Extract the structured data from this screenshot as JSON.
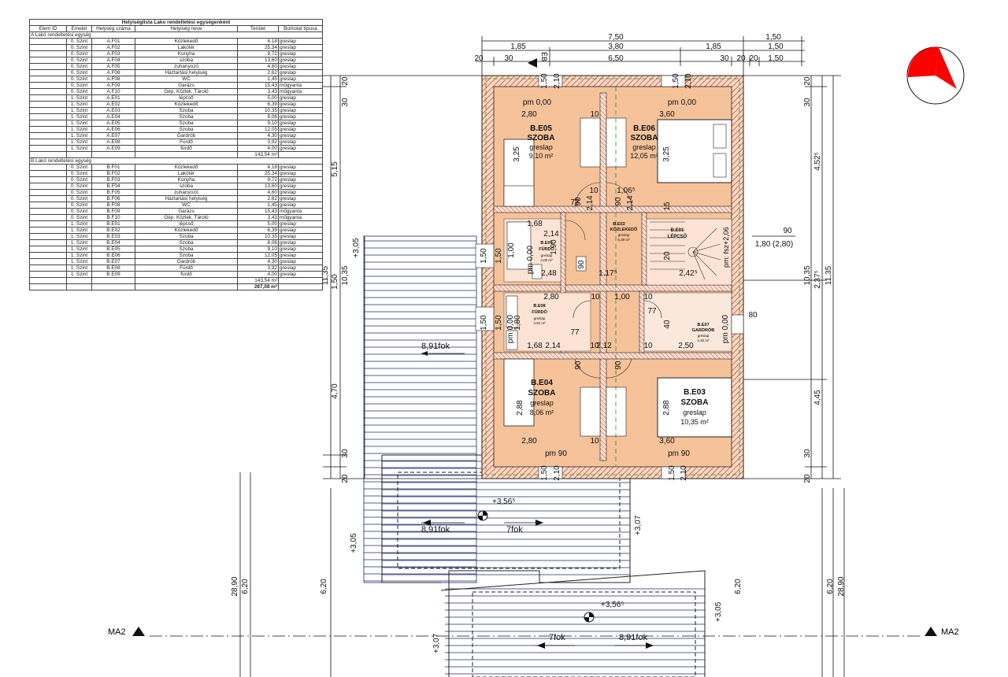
{
  "table": {
    "title": "Helyiséglista Lako rendeltetési egységenként",
    "headers": [
      "Elem ID",
      "Emelet",
      "Helység száma",
      "Helyiség neve",
      "Terület",
      "Burkolat típusa"
    ],
    "sections": [
      {
        "title": "A Lakó rendeltetési egység",
        "rows": [
          [
            "0. Szint",
            "A.F01",
            "Közlekedő",
            "4,18",
            "greslap"
          ],
          [
            "0. Szint",
            "A.F02",
            "Lakótér",
            "25,34",
            "greslap"
          ],
          [
            "0. Szint",
            "A.F03",
            "Konyha",
            "9,72",
            "greslap"
          ],
          [
            "0. Szint",
            "A.F04",
            "szoba",
            "13,60",
            "greslap"
          ],
          [
            "0. Szint",
            "A.F05",
            "zuhanyozó",
            "4,60",
            "greslap"
          ],
          [
            "0. Szint",
            "A.F06",
            "Háztartási helyiség",
            "2,62",
            "greslap"
          ],
          [
            "0. Szint",
            "A.F08",
            "WC",
            "1,45",
            "greslap"
          ],
          [
            "0. Szint",
            "A.F09",
            "Garázs",
            "15,43",
            "műgyanta"
          ],
          [
            "0. Szint",
            "A.F10",
            "Gép. Közlek. Tároló",
            "3,43",
            "műgyanta"
          ],
          [
            "1. Szint",
            "A.E01",
            "lépcső",
            "5,00",
            "greslap"
          ],
          [
            "1. Szint",
            "A.E02",
            "Közlekedő",
            "6,39",
            "greslap"
          ],
          [
            "1. Szint",
            "A.E03",
            "Szoba",
            "10,35",
            "greslap"
          ],
          [
            "1. Szint",
            "A.E04",
            "Szoba",
            "8,06",
            "greslap"
          ],
          [
            "1. Szint",
            "A.E05",
            "Szoba",
            "9,10",
            "greslap"
          ],
          [
            "1. Szint",
            "A.E06",
            "Szoba",
            "12,05",
            "greslap"
          ],
          [
            "1. Szint",
            "A.E07",
            "Gardrób",
            "4,30",
            "greslap"
          ],
          [
            "1. Szint",
            "A.E08",
            "Fürdő",
            "3,92",
            "greslap"
          ],
          [
            "1. Szint",
            "A.E09",
            "fürdő",
            "4,00",
            "greslap"
          ]
        ],
        "total": "143,54 m²"
      },
      {
        "title": "B Lakó rendeltetési egység",
        "rows": [
          [
            "0. Szint",
            "B.F01",
            "Közlekedő",
            "4,18",
            "greslap"
          ],
          [
            "0. Szint",
            "B.F02",
            "Lakótér",
            "25,34",
            "greslap"
          ],
          [
            "0. Szint",
            "B.F03",
            "Konyha",
            "9,72",
            "greslap"
          ],
          [
            "0. Szint",
            "B.F04",
            "szoba",
            "13,60",
            "greslap"
          ],
          [
            "0. Szint",
            "B.F05",
            "zuhanyozó",
            "4,60",
            "greslap"
          ],
          [
            "0. Szint",
            "B.F06",
            "Háztartási helyiség",
            "2,62",
            "greslap"
          ],
          [
            "0. Szint",
            "B.F08",
            "WC",
            "1,45",
            "greslap"
          ],
          [
            "0. Szint",
            "B.F09",
            "Garázs",
            "15,43",
            "műgyanta"
          ],
          [
            "0. Szint",
            "B.F10",
            "Gép. Közlek. Tároló",
            "3,43",
            "műgyanta"
          ],
          [
            "1. Szint",
            "B.E01",
            "lépcső",
            "5,00",
            "greslap"
          ],
          [
            "1. Szint",
            "B.E02",
            "Közlekedő",
            "6,39",
            "greslap"
          ],
          [
            "1. Szint",
            "B.E03",
            "Szoba",
            "10,35",
            "greslap"
          ],
          [
            "1. Szint",
            "B.E04",
            "Szoba",
            "8,06",
            "greslap"
          ],
          [
            "1. Szint",
            "B.E05",
            "Szoba",
            "9,10",
            "greslap"
          ],
          [
            "1. Szint",
            "B.E06",
            "Szoba",
            "12,05",
            "greslap"
          ],
          [
            "1. Szint",
            "B.E07",
            "Gardrób",
            "4,30",
            "greslap"
          ],
          [
            "1. Szint",
            "B.E08",
            "Fürdő",
            "3,92",
            "greslap"
          ],
          [
            "1. Szint",
            "B.E09",
            "fürdő",
            "4,00",
            "greslap"
          ]
        ],
        "total": "143,54 m²"
      }
    ],
    "grand_total": "287,08 m²"
  },
  "rooms": {
    "e05": {
      "id": "B.E05",
      "name": "SZOBA",
      "floor": "greslap",
      "area": "9,10 m²",
      "level": "pm 0,00"
    },
    "e06": {
      "id": "B.E06",
      "name": "SZOBA",
      "floor": "greslap",
      "area": "12,05 m²",
      "level": "pm 0,00"
    },
    "e04": {
      "id": "B.E04",
      "name": "SZOBA",
      "floor": "greslap",
      "area": "8,06 m²",
      "level": "pm 90"
    },
    "e03": {
      "id": "B.E03",
      "name": "SZOBA",
      "floor": "greslap",
      "area": "10,35 m²",
      "level": "pm 90"
    },
    "e02": {
      "id": "B.E02",
      "name": "KÖZLEKEDŐ",
      "floor": "greslap",
      "area": "6,39 m²"
    },
    "e01": {
      "id": "B.E01",
      "name": "LÉPCSŐ",
      "level": "pm: fsz+2,06"
    },
    "e09": {
      "id": "B.E09",
      "name": "FÜRDŐ",
      "floor": "greslap",
      "area": "4,00 m²"
    },
    "e08": {
      "id": "B.E08",
      "name": "FÜRDŐ",
      "floor": "greslap",
      "area": "3,92 m²"
    },
    "e07": {
      "id": "B.E07",
      "name": "GARDRÓB",
      "floor": "greslap",
      "area": "4,30 m²"
    }
  },
  "dims": {
    "top": [
      "7,50",
      "1,50",
      "1,85",
      "3,80",
      "1,85",
      "1,50",
      "6,50",
      "1,50",
      "20",
      "30",
      "30",
      "20",
      "20"
    ],
    "left": [
      "20",
      "30",
      "5,15",
      "10,35",
      "11,35",
      "1,50",
      "4,70",
      "30",
      "20",
      "+3,05",
      "28,90",
      "6,20",
      "6,20",
      "+3,05"
    ],
    "right": [
      "20",
      "30",
      "4,52⁵",
      "10,35",
      "2,37⁵",
      "11,35",
      "4,45",
      "30",
      "20",
      "6,20",
      "28,90",
      "6,20"
    ],
    "inner": [
      "2,80",
      "3,60",
      "2,80",
      "3,60",
      "3,25",
      "3,25",
      "2,88",
      "2,88",
      "10",
      "10",
      "10",
      "1,06⁵",
      "1,68",
      "1,68",
      "2,14",
      "2,14",
      "2,14",
      "2,14",
      "2,12",
      "1,90",
      "1,00",
      "2,48",
      "1,17⁵",
      "2,42⁵",
      "2,80",
      "1,00",
      "2,50",
      "1,80",
      "77",
      "77",
      "77",
      "90",
      "90",
      "90",
      "90",
      "90",
      "80",
      "15",
      "20",
      "40",
      "1,50",
      "1,50",
      "1,50",
      "1,50",
      "1,50",
      "1,50",
      "1,50",
      "1,50",
      "2,10",
      "2,10",
      "2,10",
      "2,10",
      "pm 0,00",
      "pm 0,00",
      "pm 0,00",
      "10",
      "10",
      "10",
      "10"
    ],
    "stair_note": "90",
    "stair_note2": "1,80 (2,80)"
  },
  "roof": {
    "elev1": "+3,56⁵",
    "elev2": "+3,56⁵",
    "elev_side": "+3,07",
    "elev_side2": "+3,07",
    "elev_side3": "+3,05",
    "slope_a": "8,91fok",
    "slope_b": "8,91fok",
    "slope_c": "7fok",
    "slope_d": "7fok",
    "slope_e": "8,91fok"
  },
  "section_markers": {
    "left": "MA2",
    "right": "MA2"
  },
  "north_label": "ÉB",
  "colors": {
    "room_fill": "#f5c29a",
    "wall_fill": "#f6c6a8",
    "wall_hatch": "#c0392b",
    "wet_room_fill": "#fde3d3",
    "roof_line": "#1f2a6b",
    "dim_line": "#000000",
    "north_arrow": "#ff0000"
  }
}
